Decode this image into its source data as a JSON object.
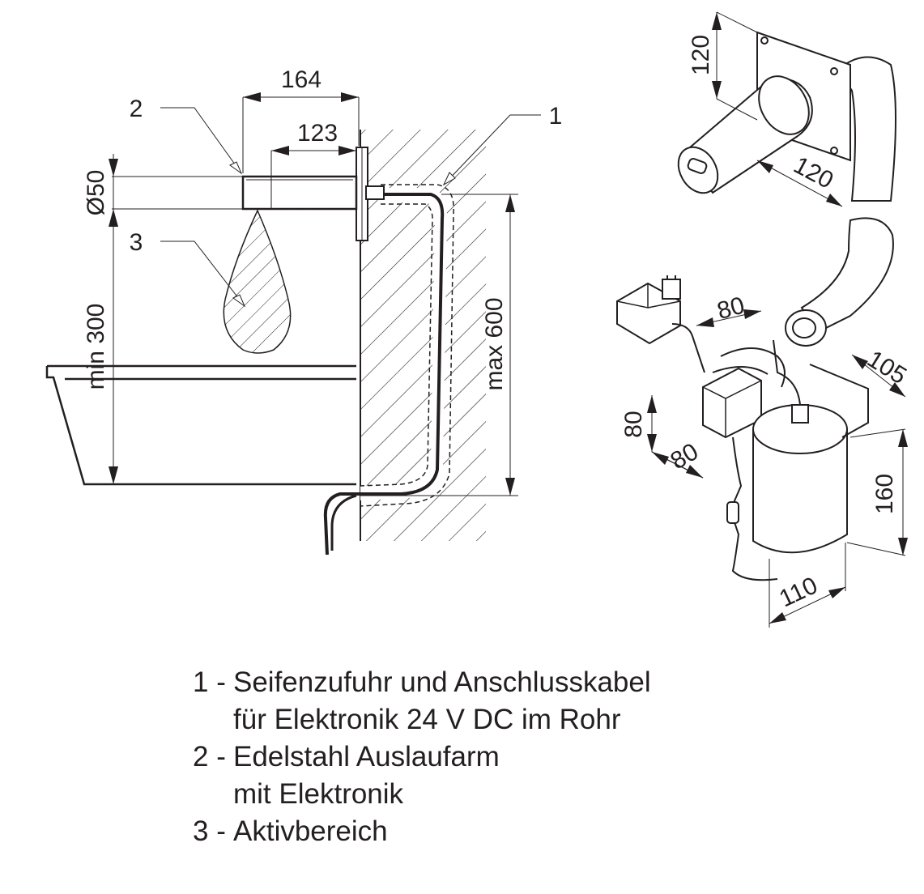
{
  "drawing": {
    "dimensions": {
      "arm_length": "164",
      "arm_inner": "123",
      "arm_diameter": "Ø50",
      "min_height": "min 300",
      "max_depth": "max 600",
      "flange_size": "120",
      "tube_length": "120",
      "box_width": "80",
      "box_height": "80",
      "box_depth": "80",
      "tank_depth": "105",
      "tank_height": "160",
      "tank_width": "110"
    },
    "callouts": {
      "c1": "1",
      "c2": "2",
      "c3": "3"
    }
  },
  "legend": [
    {
      "num": "1 -",
      "lines": [
        "Seifenzufuhr und Anschlusskabel",
        "für Elektronik 24 V DC im Rohr"
      ]
    },
    {
      "num": "2 -",
      "lines": [
        "Edelstahl Auslaufarm",
        "mit Elektronik"
      ]
    },
    {
      "num": "3 -",
      "lines": [
        "Aktivbereich"
      ]
    }
  ]
}
